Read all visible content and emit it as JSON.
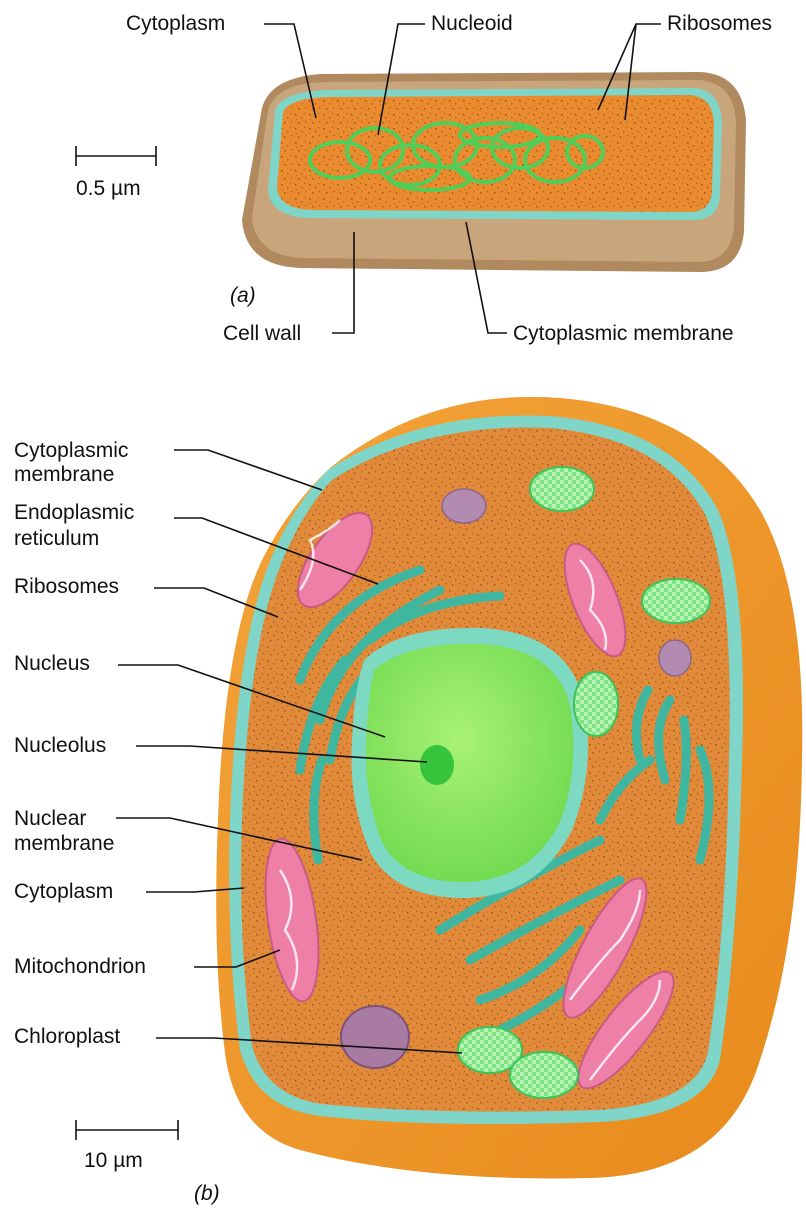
{
  "panel_a": {
    "tag": "(a)",
    "scale_bar": "0.5 µm",
    "labels": {
      "cytoplasm": "Cytoplasm",
      "nucleoid": "Nucleoid",
      "ribosomes": "Ribosomes",
      "cell_wall": "Cell wall",
      "cytoplasmic_membrane": "Cytoplasmic membrane"
    }
  },
  "panel_b": {
    "tag": "(b)",
    "scale_bar": "10 µm",
    "labels": {
      "cytoplasmic_membrane": [
        "Cytoplasmic",
        "membrane"
      ],
      "endoplasmic_reticulum": [
        "Endoplasmic",
        "reticulum"
      ],
      "ribosomes": "Ribosomes",
      "nucleus": "Nucleus",
      "nucleolus": "Nucleolus",
      "nuclear_membrane": [
        "Nuclear",
        "membrane"
      ],
      "cytoplasm": "Cytoplasm",
      "mitochondrion": "Mitochondrion",
      "chloroplast": "Chloroplast"
    }
  },
  "colors": {
    "cell_wall_outer": "#b08a5e",
    "cell_wall_inner": "#c9a57b",
    "membrane": "#7fd6c8",
    "cytoplasm": "#e9892f",
    "cytoplasm_dark": "#c86a22",
    "speckle": "#8a3e12",
    "nucleoid": "#49d25b",
    "nucleus": "#8ee85e",
    "nucleolus": "#36c43d",
    "nuclear_membrane": "#7dd9c1",
    "er": "#3fb7a0",
    "mitochondrion": "#ee7fa6",
    "chloroplast": "#6ee47a",
    "vacuole": "#a97aa3",
    "outer_orange": "#f5a12a"
  }
}
